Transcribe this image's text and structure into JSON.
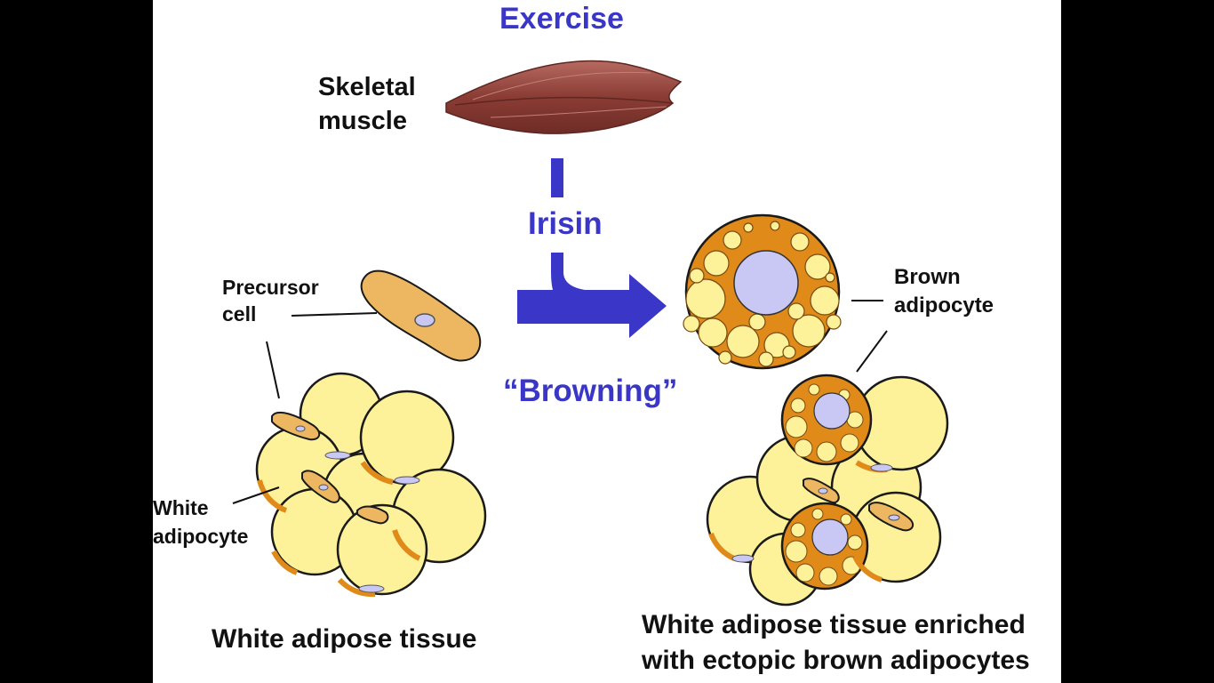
{
  "title": "Exercise",
  "labels": {
    "skeletal_muscle_line1": "Skeletal",
    "skeletal_muscle_line2": "muscle",
    "irisin": "Irisin",
    "browning": "“Browning”",
    "precursor_line1": "Precursor",
    "precursor_line2": "cell",
    "white_adipocyte_line1": "White",
    "white_adipocyte_line2": "adipocyte",
    "brown_adipocyte_line1": "Brown",
    "brown_adipocyte_line2": "adipocyte",
    "wat_caption": "White adipose tissue",
    "enriched_caption_line1": "White adipose tissue enriched",
    "enriched_caption_line2": "with ectopic brown adipocytes"
  },
  "colors": {
    "accent_blue": "#3a36c8",
    "fat_yellow": "#fdf29a",
    "cell_orange": "#e08a1a",
    "nucleus_lavender": "#c9c8f5",
    "muscle_red": "#8a3c34"
  }
}
